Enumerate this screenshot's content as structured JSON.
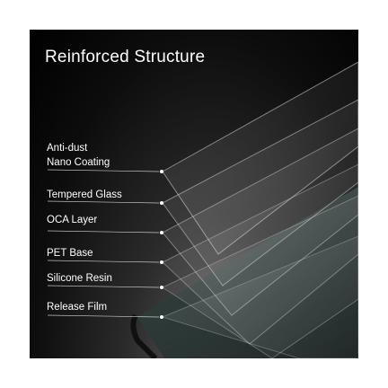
{
  "title": "Reinforced Structure",
  "layers": [
    {
      "lines": [
        "Anti-dust",
        "Nano Coating"
      ]
    },
    {
      "lines": [
        "Tempered Glass"
      ]
    },
    {
      "lines": [
        "OCA Layer"
      ]
    },
    {
      "lines": [
        "PET Base"
      ]
    },
    {
      "lines": [
        "Silicone Resin"
      ]
    },
    {
      "lines": [
        "Release Film"
      ]
    }
  ],
  "colors": {
    "background": "#000000",
    "text": "#ffffff",
    "page": "#ffffff"
  }
}
